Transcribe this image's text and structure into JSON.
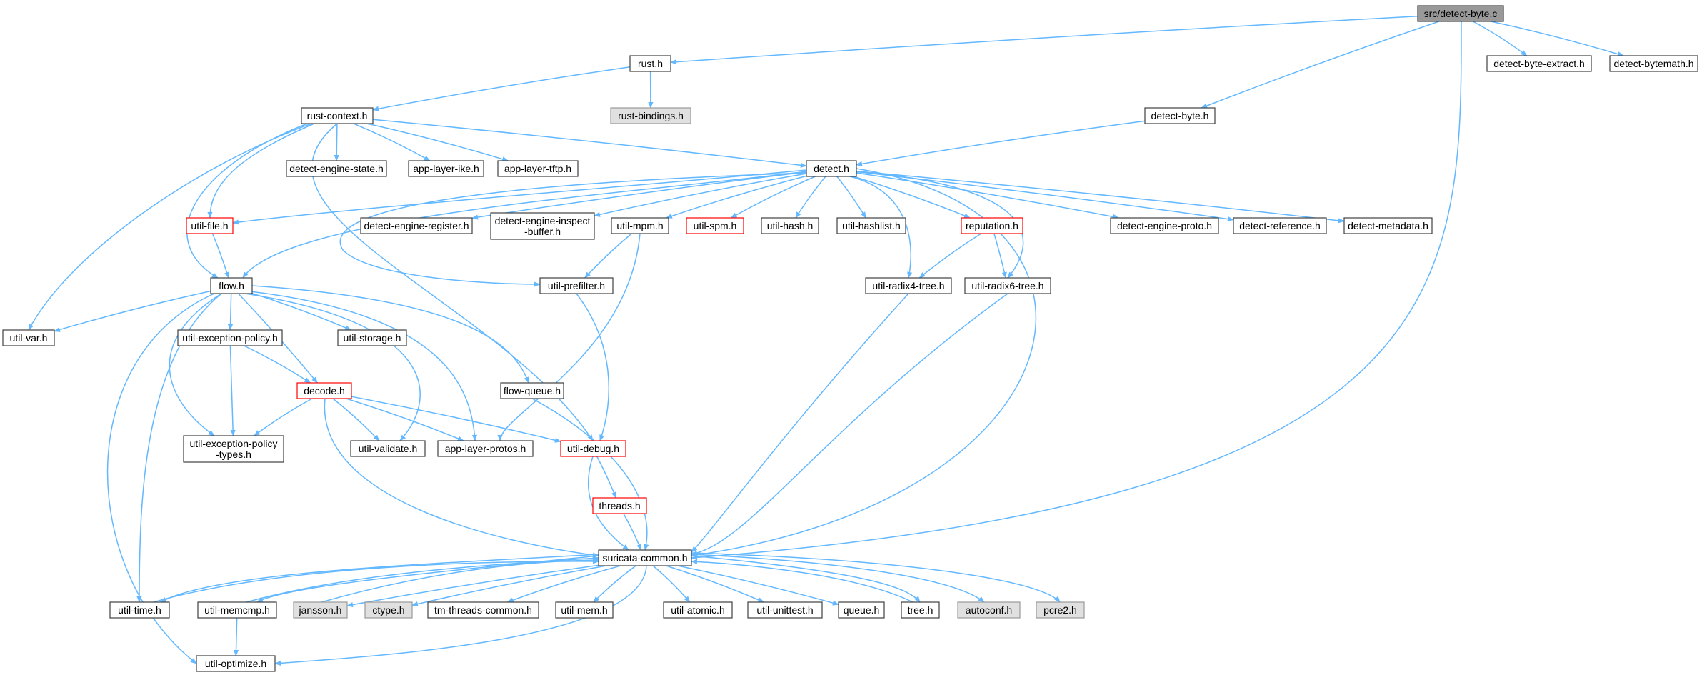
{
  "colors": {
    "edge": "#63b8ff",
    "node_fill": "#ffffff",
    "node_border": "#404040",
    "root_fill": "#999999",
    "missing_fill": "#e0e0e0",
    "missing_border": "#999999",
    "truncated_border": "#ff0000"
  },
  "nodes": [
    {
      "id": "root",
      "lines": [
        "src/detect-byte.c"
      ],
      "style": "root"
    },
    {
      "id": "rust",
      "lines": [
        "rust.h"
      ],
      "style": "normal"
    },
    {
      "id": "dbe",
      "lines": [
        "detect-byte-extract.h"
      ],
      "style": "normal"
    },
    {
      "id": "dbm",
      "lines": [
        "detect-bytemath.h"
      ],
      "style": "normal"
    },
    {
      "id": "rustctx",
      "lines": [
        "rust-context.h"
      ],
      "style": "normal"
    },
    {
      "id": "rustbind",
      "lines": [
        "rust-bindings.h"
      ],
      "style": "missing"
    },
    {
      "id": "dbyte",
      "lines": [
        "detect-byte.h"
      ],
      "style": "normal"
    },
    {
      "id": "des",
      "lines": [
        "detect-engine-state.h"
      ],
      "style": "normal"
    },
    {
      "id": "ike",
      "lines": [
        "app-layer-ike.h"
      ],
      "style": "normal"
    },
    {
      "id": "tftp",
      "lines": [
        "app-layer-tftp.h"
      ],
      "style": "normal"
    },
    {
      "id": "detect",
      "lines": [
        "detect.h"
      ],
      "style": "normal"
    },
    {
      "id": "ufile",
      "lines": [
        "util-file.h"
      ],
      "style": "truncated"
    },
    {
      "id": "der",
      "lines": [
        "detect-engine-register.h"
      ],
      "style": "normal"
    },
    {
      "id": "deib",
      "lines": [
        "detect-engine-inspect",
        "-buffer.h"
      ],
      "style": "normal"
    },
    {
      "id": "mpm",
      "lines": [
        "util-mpm.h"
      ],
      "style": "normal"
    },
    {
      "id": "spm",
      "lines": [
        "util-spm.h"
      ],
      "style": "truncated"
    },
    {
      "id": "hash",
      "lines": [
        "util-hash.h"
      ],
      "style": "normal"
    },
    {
      "id": "hashlist",
      "lines": [
        "util-hashlist.h"
      ],
      "style": "normal"
    },
    {
      "id": "rep",
      "lines": [
        "reputation.h"
      ],
      "style": "truncated"
    },
    {
      "id": "dep",
      "lines": [
        "detect-engine-proto.h"
      ],
      "style": "normal"
    },
    {
      "id": "dref",
      "lines": [
        "detect-reference.h"
      ],
      "style": "normal"
    },
    {
      "id": "dmeta",
      "lines": [
        "detect-metadata.h"
      ],
      "style": "normal"
    },
    {
      "id": "flow",
      "lines": [
        "flow.h"
      ],
      "style": "normal"
    },
    {
      "id": "prefilter",
      "lines": [
        "util-prefilter.h"
      ],
      "style": "normal"
    },
    {
      "id": "rdx4",
      "lines": [
        "util-radix4-tree.h"
      ],
      "style": "normal"
    },
    {
      "id": "rdx6",
      "lines": [
        "util-radix6-tree.h"
      ],
      "style": "normal"
    },
    {
      "id": "uvar",
      "lines": [
        "util-var.h"
      ],
      "style": "normal"
    },
    {
      "id": "uep",
      "lines": [
        "util-exception-policy.h"
      ],
      "style": "normal"
    },
    {
      "id": "ustore",
      "lines": [
        "util-storage.h"
      ],
      "style": "normal"
    },
    {
      "id": "decode",
      "lines": [
        "decode.h"
      ],
      "style": "truncated"
    },
    {
      "id": "fq",
      "lines": [
        "flow-queue.h"
      ],
      "style": "normal"
    },
    {
      "id": "uept",
      "lines": [
        "util-exception-policy",
        "-types.h"
      ],
      "style": "normal"
    },
    {
      "id": "uval",
      "lines": [
        "util-validate.h"
      ],
      "style": "normal"
    },
    {
      "id": "alp",
      "lines": [
        "app-layer-protos.h"
      ],
      "style": "normal"
    },
    {
      "id": "udebug",
      "lines": [
        "util-debug.h"
      ],
      "style": "truncated"
    },
    {
      "id": "threads",
      "lines": [
        "threads.h"
      ],
      "style": "truncated"
    },
    {
      "id": "sc",
      "lines": [
        "suricata-common.h"
      ],
      "style": "normal"
    },
    {
      "id": "utime",
      "lines": [
        "util-time.h"
      ],
      "style": "normal"
    },
    {
      "id": "memcmp",
      "lines": [
        "util-memcmp.h"
      ],
      "style": "normal"
    },
    {
      "id": "jansson",
      "lines": [
        "jansson.h"
      ],
      "style": "missing"
    },
    {
      "id": "ctype",
      "lines": [
        "ctype.h"
      ],
      "style": "missing"
    },
    {
      "id": "tmtc",
      "lines": [
        "tm-threads-common.h"
      ],
      "style": "normal"
    },
    {
      "id": "umem",
      "lines": [
        "util-mem.h"
      ],
      "style": "normal"
    },
    {
      "id": "uatom",
      "lines": [
        "util-atomic.h"
      ],
      "style": "normal"
    },
    {
      "id": "uut",
      "lines": [
        "util-unittest.h"
      ],
      "style": "normal"
    },
    {
      "id": "queue",
      "lines": [
        "queue.h"
      ],
      "style": "normal"
    },
    {
      "id": "tree",
      "lines": [
        "tree.h"
      ],
      "style": "normal"
    },
    {
      "id": "autoconf",
      "lines": [
        "autoconf.h"
      ],
      "style": "missing"
    },
    {
      "id": "pcre2",
      "lines": [
        "pcre2.h"
      ],
      "style": "missing"
    },
    {
      "id": "uopt",
      "lines": [
        "util-optimize.h"
      ],
      "style": "normal"
    }
  ],
  "edges": [
    [
      "root",
      "rust"
    ],
    [
      "root",
      "dbe"
    ],
    [
      "root",
      "dbm"
    ],
    [
      "root",
      "dbyte"
    ],
    [
      "root",
      "sc"
    ],
    [
      "rust",
      "rustctx"
    ],
    [
      "rust",
      "rustbind"
    ],
    [
      "rustctx",
      "des"
    ],
    [
      "rustctx",
      "ike"
    ],
    [
      "rustctx",
      "tftp"
    ],
    [
      "rustctx",
      "detect"
    ],
    [
      "rustctx",
      "ufile"
    ],
    [
      "rustctx",
      "flow"
    ],
    [
      "rustctx",
      "uvar"
    ],
    [
      "rustctx",
      "udebug"
    ],
    [
      "dbyte",
      "detect"
    ],
    [
      "detect",
      "ufile"
    ],
    [
      "detect",
      "der"
    ],
    [
      "detect",
      "deib"
    ],
    [
      "detect",
      "mpm"
    ],
    [
      "detect",
      "spm"
    ],
    [
      "detect",
      "hash"
    ],
    [
      "detect",
      "hashlist"
    ],
    [
      "detect",
      "rep"
    ],
    [
      "detect",
      "dep"
    ],
    [
      "detect",
      "dref"
    ],
    [
      "detect",
      "dmeta"
    ],
    [
      "detect",
      "flow"
    ],
    [
      "detect",
      "prefilter"
    ],
    [
      "detect",
      "rdx4"
    ],
    [
      "detect",
      "rdx6"
    ],
    [
      "detect",
      "sc"
    ],
    [
      "ufile",
      "flow"
    ],
    [
      "mpm",
      "prefilter"
    ],
    [
      "mpm",
      "alp"
    ],
    [
      "rep",
      "rdx4"
    ],
    [
      "rep",
      "rdx6"
    ],
    [
      "rdx4",
      "sc"
    ],
    [
      "rdx6",
      "sc"
    ],
    [
      "prefilter",
      "udebug"
    ],
    [
      "flow",
      "uvar"
    ],
    [
      "flow",
      "uep"
    ],
    [
      "flow",
      "ustore"
    ],
    [
      "flow",
      "decode"
    ],
    [
      "flow",
      "fq"
    ],
    [
      "flow",
      "uept"
    ],
    [
      "flow",
      "uval"
    ],
    [
      "flow",
      "alp"
    ],
    [
      "flow",
      "utime"
    ],
    [
      "flow",
      "uopt"
    ],
    [
      "uep",
      "decode"
    ],
    [
      "uep",
      "uept"
    ],
    [
      "decode",
      "uept"
    ],
    [
      "decode",
      "uval"
    ],
    [
      "decode",
      "alp"
    ],
    [
      "decode",
      "udebug"
    ],
    [
      "decode",
      "sc"
    ],
    [
      "fq",
      "sc"
    ],
    [
      "udebug",
      "threads"
    ],
    [
      "udebug",
      "sc"
    ],
    [
      "threads",
      "sc"
    ],
    [
      "sc",
      "utime"
    ],
    [
      "sc",
      "memcmp"
    ],
    [
      "sc",
      "jansson"
    ],
    [
      "sc",
      "ctype"
    ],
    [
      "sc",
      "tmtc"
    ],
    [
      "sc",
      "umem"
    ],
    [
      "sc",
      "uatom"
    ],
    [
      "sc",
      "uut"
    ],
    [
      "sc",
      "queue"
    ],
    [
      "sc",
      "tree"
    ],
    [
      "sc",
      "autoconf"
    ],
    [
      "sc",
      "pcre2"
    ],
    [
      "sc",
      "uopt"
    ],
    [
      "memcmp",
      "sc"
    ],
    [
      "memcmp",
      "uopt"
    ],
    [
      "jansson",
      "sc"
    ],
    [
      "utime",
      "sc"
    ],
    [
      "tree",
      "sc"
    ]
  ]
}
